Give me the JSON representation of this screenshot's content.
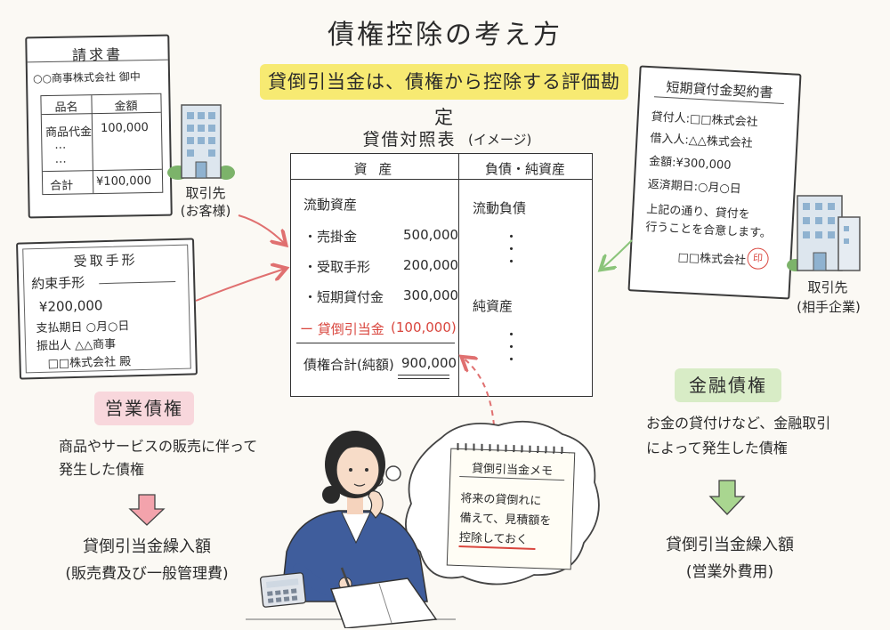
{
  "title": "債権控除の考え方",
  "banner": "貸倒引当金は、債権から控除する評価勘定",
  "invoice": {
    "title": "請求書",
    "addressee": "○○商事株式会社 御中",
    "col_item": "品名",
    "col_amount": "金額",
    "row1_item": "商品代金",
    "row1_amount": "100,000",
    "dots1": "…",
    "dots2": "…",
    "total_label": "合計",
    "total_amount": "¥100,000"
  },
  "client_left": {
    "line1": "取引先",
    "line2": "(お客様)"
  },
  "bill": {
    "title": "受取手形",
    "promise": "約束手形",
    "amount": "¥200,000",
    "due": "支払期日 ○月○日",
    "drawer": "振出人 △△商事",
    "payee": "□□株式会社 殿"
  },
  "balance_sheet": {
    "title": "貸借対照表",
    "title_note": "(イメージ)",
    "col_assets": "資 産",
    "col_liab": "負債・純資産",
    "current_assets": "流動資産",
    "items": [
      {
        "label": "・売掛金",
        "value": "500,000"
      },
      {
        "label": "・受取手形",
        "value": "200,000"
      },
      {
        "label": "・短期貸付金",
        "value": "300,000"
      }
    ],
    "allowance_label": "ー 貸倒引当金",
    "allowance_value": "(100,000)",
    "total_label": "債権合計(純額)",
    "total_value": "900,000",
    "current_liab": "流動負債",
    "net_assets": "純資産",
    "vdots": "・\n・\n・"
  },
  "contract": {
    "title": "短期貸付金契約書",
    "lender": "貸付人:□□株式会社",
    "borrower": "借入人:△△株式会社",
    "amount": "金額:¥300,000",
    "repay": "返済期日:○月○日",
    "text1": "上記の通り、貸付を",
    "text2": "行うことを合意します。",
    "signer": "□□株式会社",
    "seal": "印"
  },
  "client_right": {
    "line1": "取引先",
    "line2": "(相手企業)"
  },
  "operating": {
    "label": "営業債権",
    "desc1": "商品やサービスの販売に伴って",
    "desc2": "発生した債権",
    "result1": "貸倒引当金繰入額",
    "result2": "(販売費及び一般管理費)"
  },
  "financial": {
    "label": "金融債権",
    "desc1": "お金の貸付けなど、金融取引",
    "desc2": "によって発生した債権",
    "result1": "貸倒引当金繰入額",
    "result2": "(営業外費用)"
  },
  "memo": {
    "title": "貸倒引当金メモ",
    "line1": "将来の貸倒れに",
    "line2": "備えて、見積額を",
    "line3": "控除しておく"
  },
  "colors": {
    "pink": "#f8d7dc",
    "green": "#d8ecc6",
    "red_arrow": "#e07070",
    "green_arrow": "#8bc47a",
    "banner": "#f7ea72",
    "suit": "#3f5d9c"
  }
}
